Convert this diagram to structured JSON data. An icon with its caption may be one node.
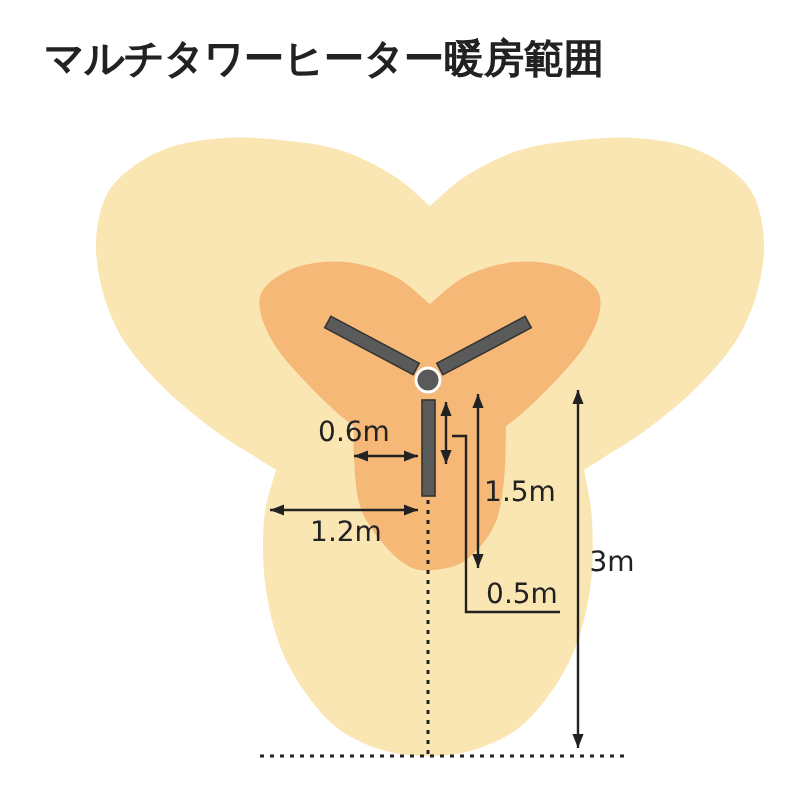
{
  "diagram": {
    "title": "マルチタワーヒーター暖房範囲",
    "labels": [
      "0.6m",
      "1.5m",
      "1.2m",
      "3m",
      "0.5m"
    ]
  }
}
